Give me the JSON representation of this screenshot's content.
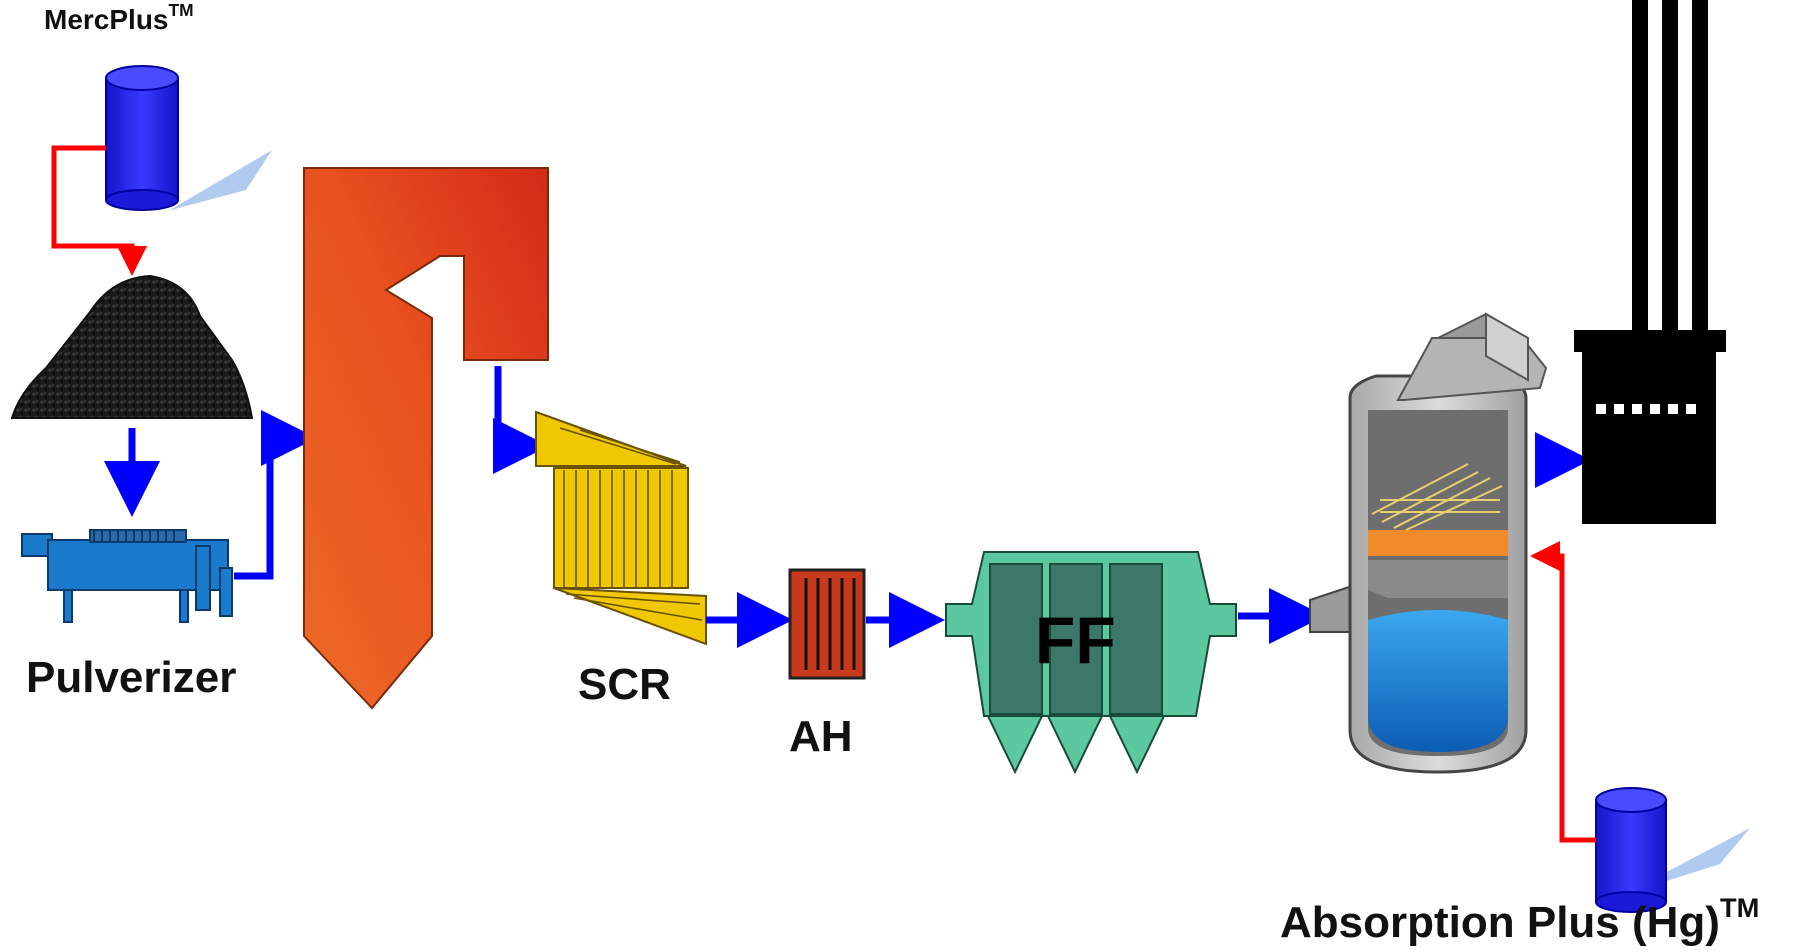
{
  "labels": {
    "mercplus": "MercPlus",
    "mercplus_tm": "TM",
    "pulverizer": "Pulverizer",
    "scr": "SCR",
    "ah": "AH",
    "ff": "FF",
    "absorption": "Absorption Plus (Hg)",
    "absorption_tm": "TM"
  },
  "colors": {
    "flow_arrow": "#0000ff",
    "reagent_arrow": "#ff0000",
    "reagent_tank": "#2222ee",
    "boiler": "#e8501e",
    "scr": "#f0c800",
    "air_heater": "#c8381a",
    "fabric_filter": "#3c7868",
    "fabric_filter_hopper": "#5cc8a0",
    "absorber_shell": "#c8c8c8",
    "absorber_liquid": "#1c78d0",
    "stack": "#000000",
    "pulverizer": "#1a7acc"
  },
  "icons": [
    "reagent-tank-icon",
    "coal-pile-icon",
    "pulverizer-icon",
    "boiler-icon",
    "scr-icon",
    "air-heater-icon",
    "fabric-filter-icon",
    "absorber-icon",
    "stack-icon"
  ]
}
